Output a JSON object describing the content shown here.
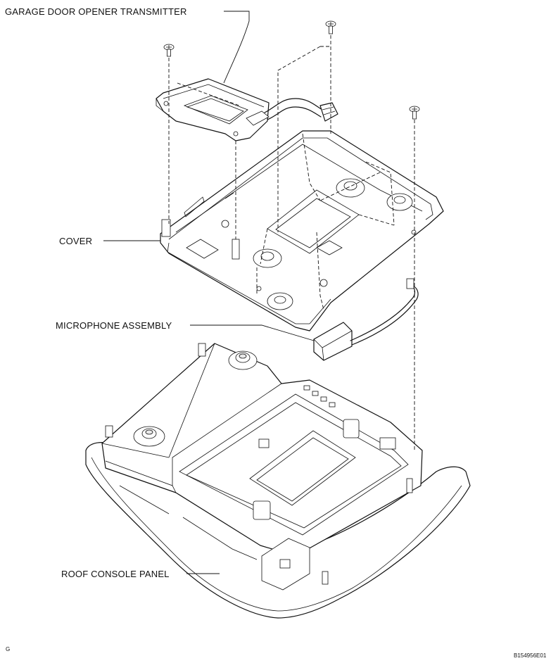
{
  "labels": {
    "transmitter": "GARAGE DOOR OPENER TRANSMITTER",
    "cover": "COVER",
    "microphone": "MICROPHONE ASSEMBLY",
    "panel": "ROOF CONSOLE PANEL"
  },
  "corner_mark": "G",
  "figure_code": "B154956E01"
}
